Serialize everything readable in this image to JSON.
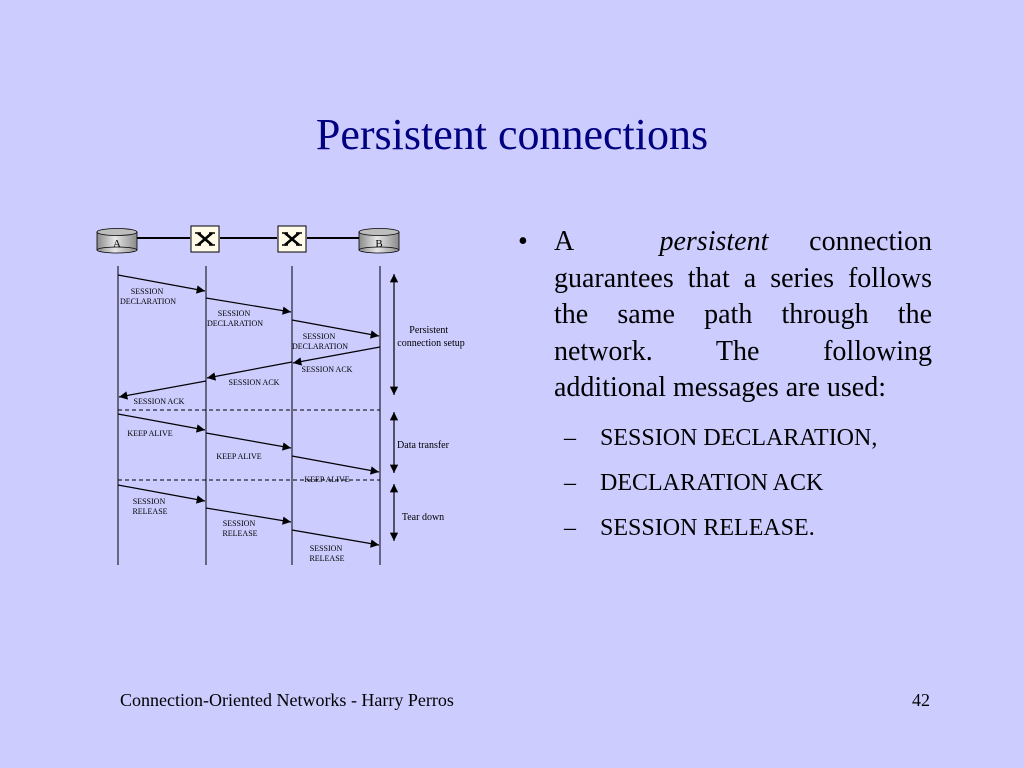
{
  "slide": {
    "title": "Persistent connections",
    "bullet": {
      "before": "A ",
      "emphasis": "persistent",
      "after": "connection guarantees that a series follows the same path through the network. The following additional messages are used:"
    },
    "sub_bullets": [
      "SESSION DECLARATION,",
      "DECLARATION ACK",
      "SESSION RELEASE."
    ],
    "footer": {
      "left": "Connection-Oriented Networks - Harry Perros",
      "page_number": "42"
    }
  },
  "diagram": {
    "nodes": {
      "a": "A",
      "b": "B"
    },
    "messages": [
      [
        "SESSION",
        "DECLARATION"
      ],
      [
        "SESSION",
        "DECLARATION"
      ],
      [
        "SESSION",
        "DECLARATION"
      ],
      [
        "SESSION ACK"
      ],
      [
        "SESSION ACK"
      ],
      [
        "SESSION ACK"
      ],
      [
        "KEEP ALIVE"
      ],
      [
        "KEEP ALIVE"
      ],
      [
        "KEEP ALIVE"
      ],
      [
        "SESSION",
        "RELEASE"
      ],
      [
        "SESSION",
        "RELEASE"
      ],
      [
        "SESSION",
        "RELEASE"
      ]
    ],
    "phases": [
      [
        "Persistent",
        "connection setup"
      ],
      [
        "Data transfer"
      ],
      [
        "Tear down"
      ]
    ]
  }
}
